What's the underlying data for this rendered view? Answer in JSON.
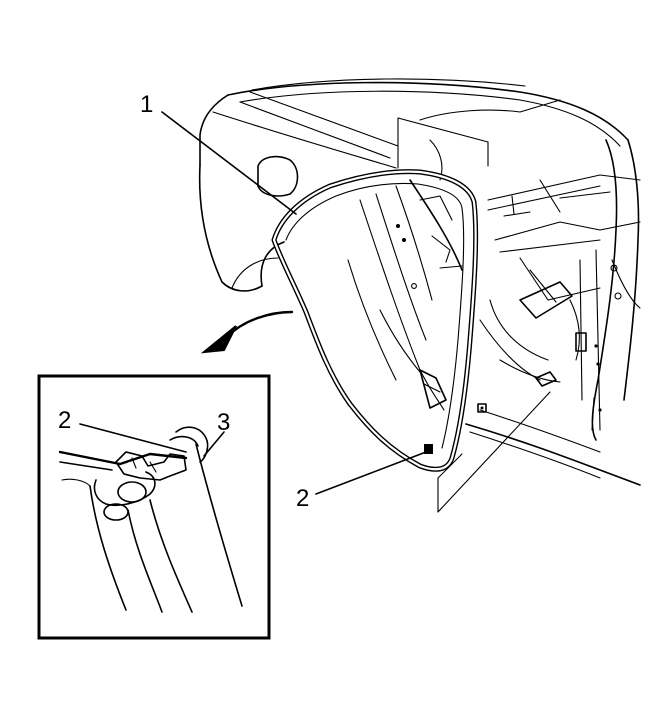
{
  "callouts": [
    {
      "id": "main-1",
      "text": "1"
    },
    {
      "id": "main-2",
      "text": "2"
    },
    {
      "id": "inset-2",
      "text": "2"
    },
    {
      "id": "inset-3",
      "text": "3"
    }
  ]
}
